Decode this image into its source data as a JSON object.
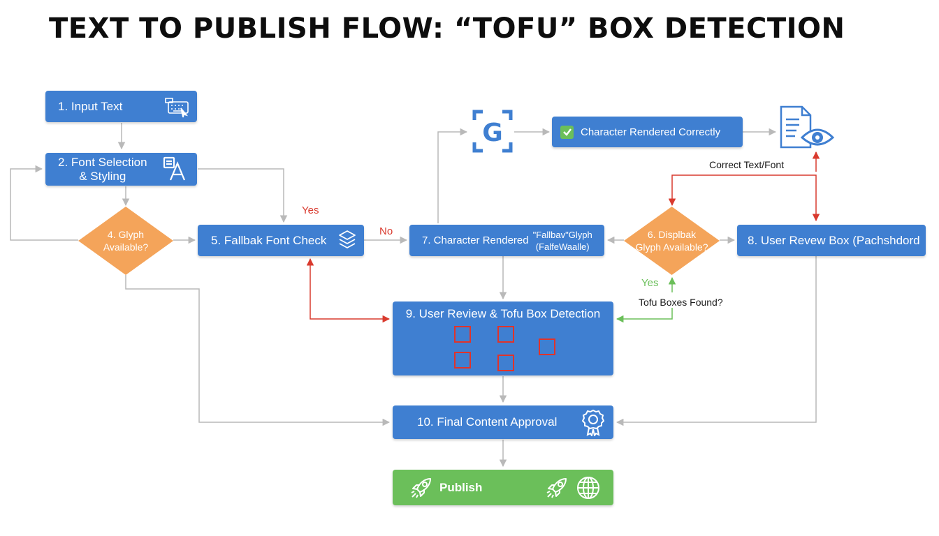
{
  "title": "TEXT TO PUBLISH FLOW: “TOFU” BOX DETECTION",
  "colors": {
    "box_blue": "#3f7fd1",
    "diamond_orange": "#f4a45a",
    "publish_green": "#6bbf5a",
    "edge_gray": "#b9b9b9",
    "edge_red": "#d93a2e",
    "edge_green": "#6bbf5a",
    "icon_blue": "#3f7fd1"
  },
  "nodes": {
    "input_text": "1.   Input Text",
    "font_selection": [
      "2. Font Selection",
      "& Styling"
    ],
    "glyph_available": [
      "4. Glyph",
      "Available?"
    ],
    "fallback_check": "5. Fallbak Font Check",
    "char_rendered_correctly": "Character Rendered Correctly",
    "char_rendered_fallback": {
      "main": "7.   Character Rendered",
      "side_line1": "\"Fallbav\"Glyph",
      "side_line2": "(FalfeWaalle)"
    },
    "display_glyph_available": [
      "6. Displbak",
      "Glyph Available?"
    ],
    "user_review_box": "8. User Revew Box (Pachshdord",
    "user_review_tofu": "9. User Review & Tofu Box Detection",
    "final_approval": "10. Final Content Approval",
    "publish": "Publish"
  },
  "edge_labels": {
    "yes_1": "Yes",
    "no": "No",
    "yes_2": "Yes",
    "correct_text_font": "Correct Text/Font",
    "tofu_boxes_found": "Tofu Boxes Found?"
  },
  "icons": [
    "keyboard-icon",
    "font-glyph-icon",
    "layers-icon",
    "glyph-g-icon",
    "checkmark-icon",
    "document-eye-icon",
    "award-badge-icon",
    "rocket-icon",
    "globe-icon"
  ]
}
